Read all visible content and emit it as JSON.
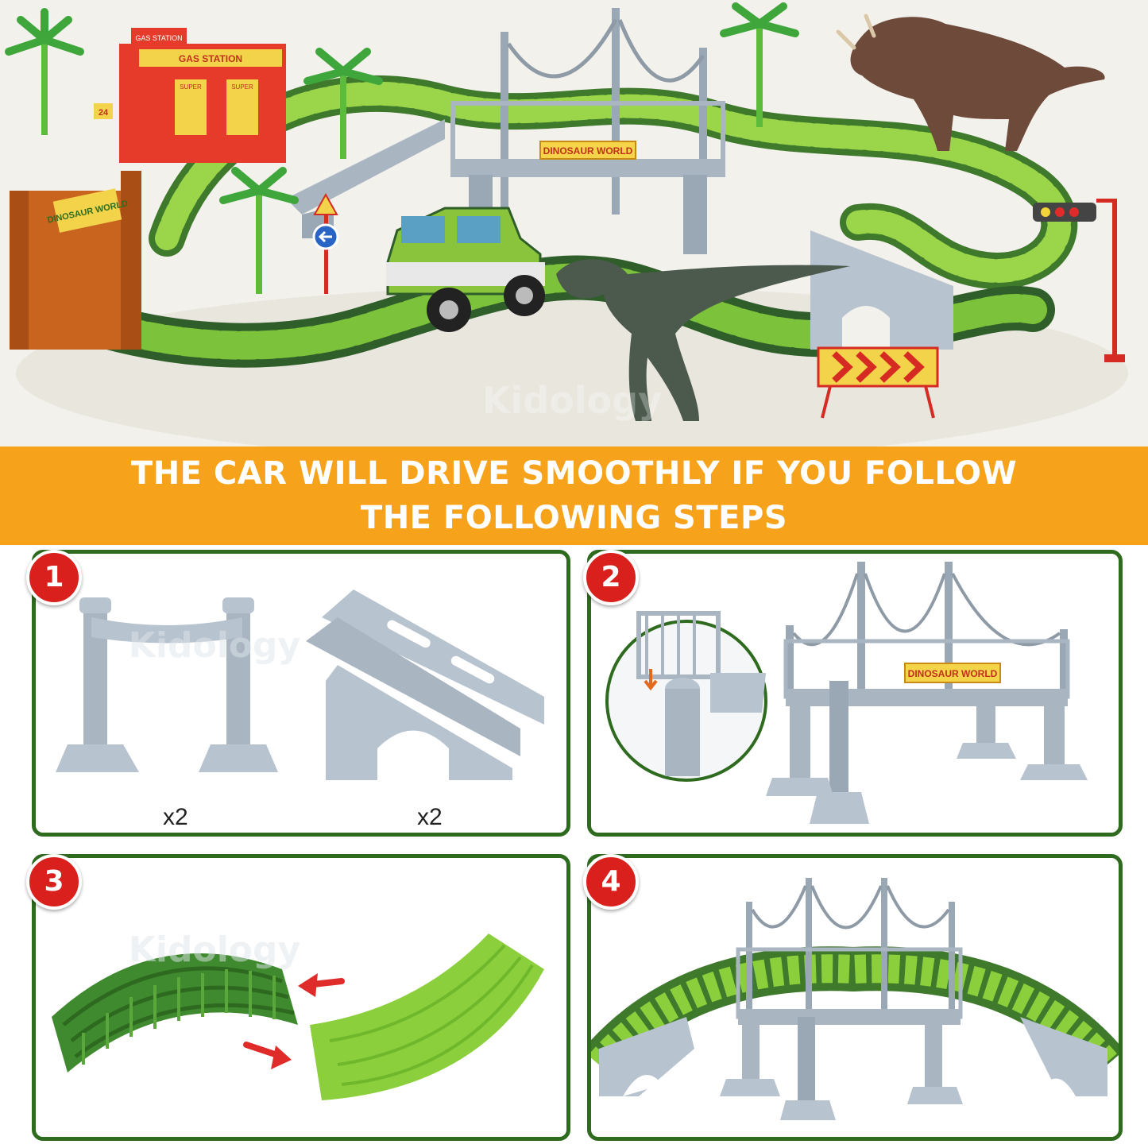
{
  "banner": {
    "line1": "THE CAR WILL DRIVE SMOOTHLY IF YOU FOLLOW",
    "line2": "THE FOLLOWING STEPS"
  },
  "hero": {
    "gas_station_sign": "GAS STATION",
    "gas_station_top_sign": "GAS STATION",
    "pump_label_1": "SUPER",
    "pump_label_2": "SUPER",
    "hours_sign": "24",
    "gate_sign": "DINOSAUR WORLD",
    "bridge_sign": "DINOSAUR WORLD"
  },
  "steps": [
    {
      "number": "1",
      "count_left": "x2",
      "count_right": "x2"
    },
    {
      "number": "2",
      "bridge_sign": "DINOSAUR WORLD"
    },
    {
      "number": "3"
    },
    {
      "number": "4"
    }
  ],
  "colors": {
    "banner": "#f7a21b",
    "frame": "#2f6b1f",
    "badge": "#d9201d",
    "track_dark": "#2f5e2a",
    "track_light": "#8ccf3c",
    "support_gray": "#a9b6c2"
  }
}
